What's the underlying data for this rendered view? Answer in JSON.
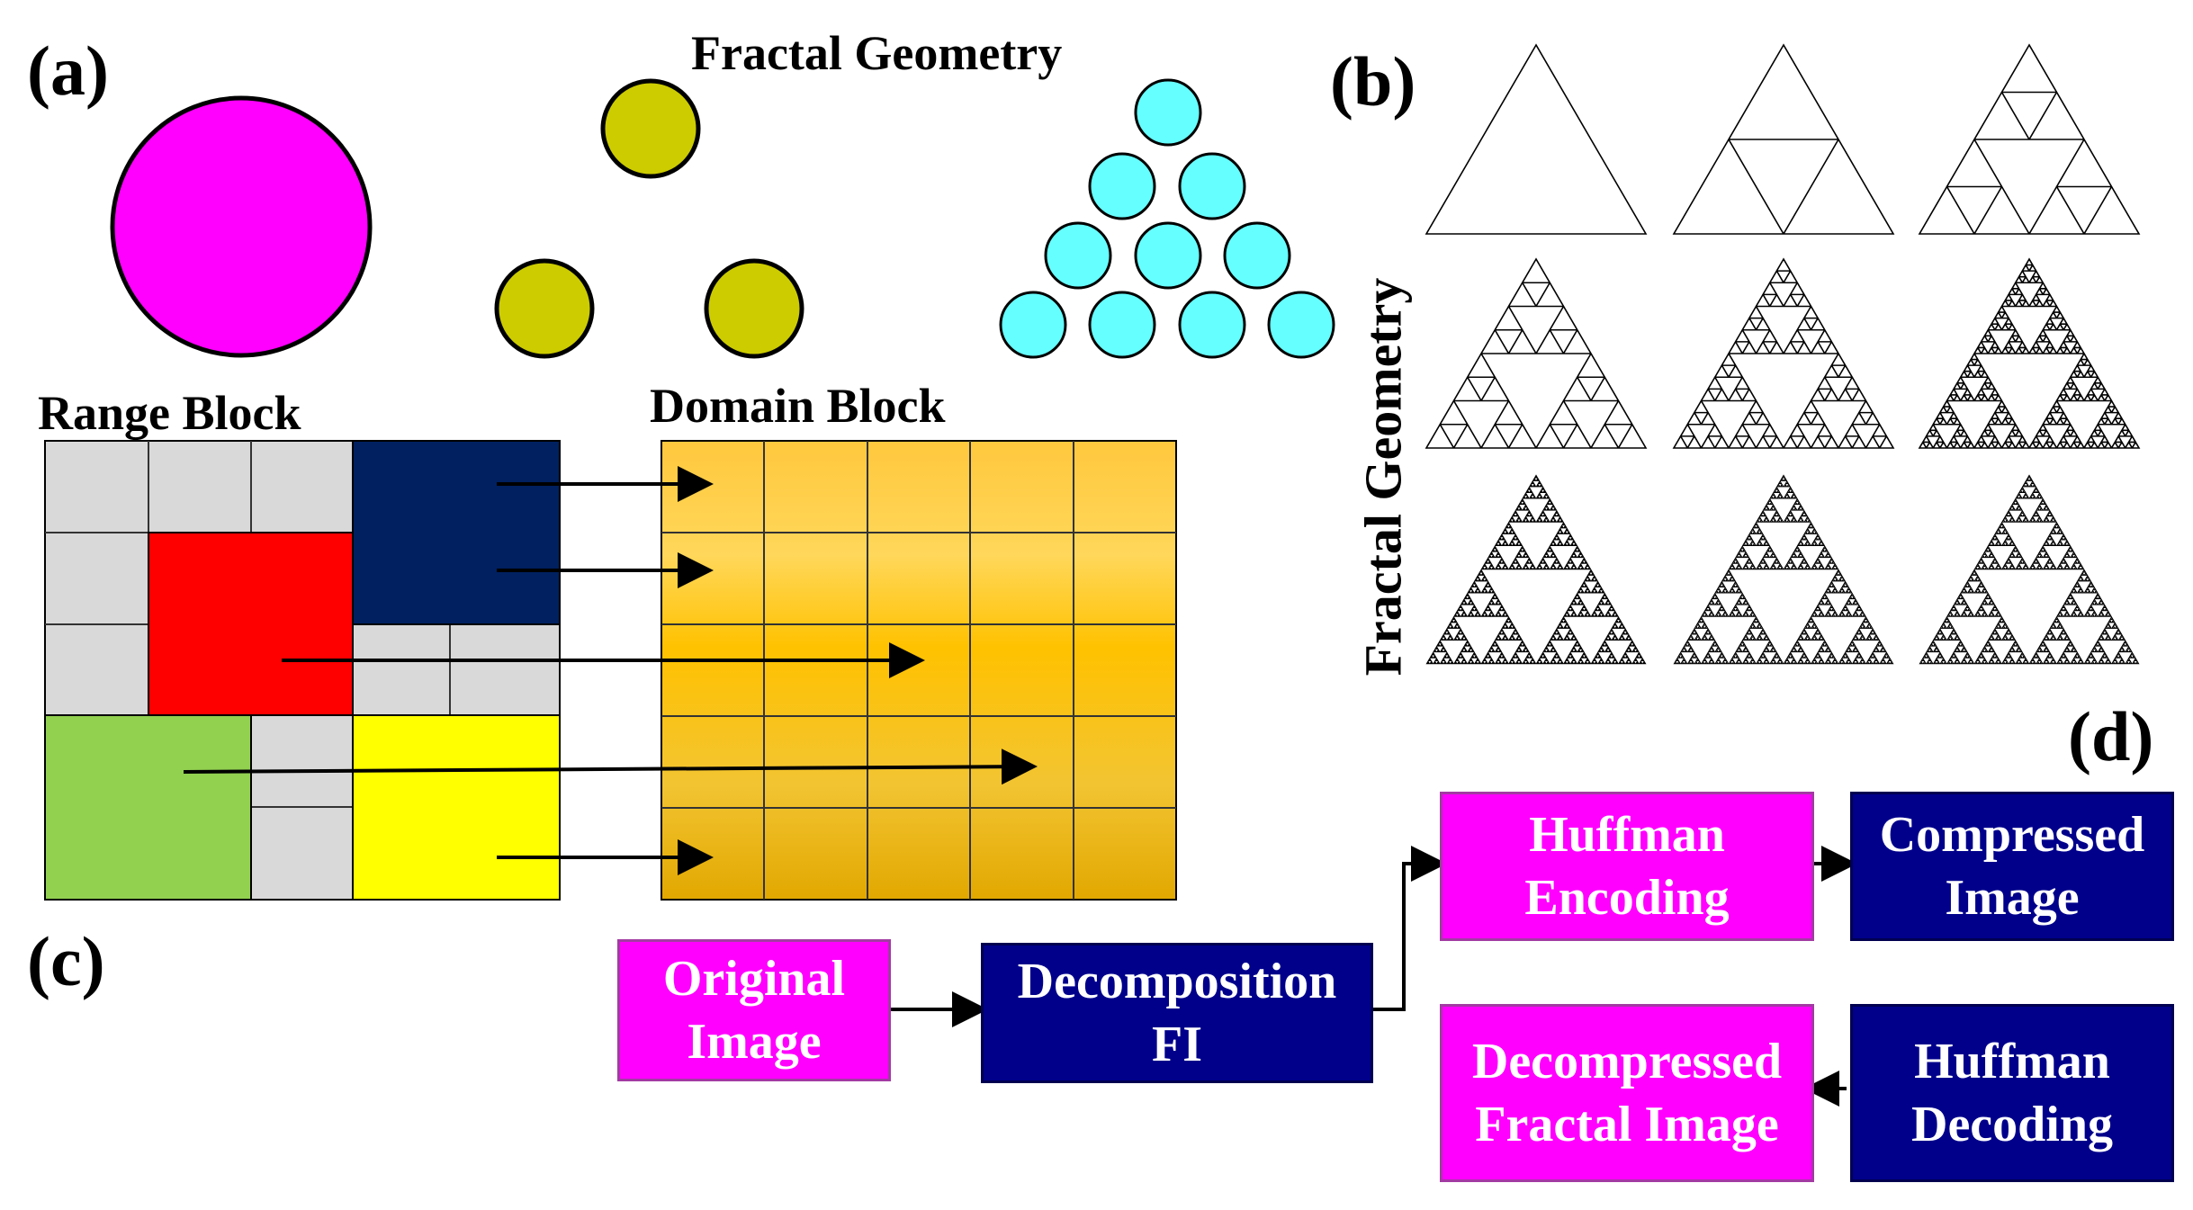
{
  "panel_a": {
    "label": "(a)",
    "title": "Fractal Geometry",
    "colors": {
      "big_circle": "#ff00ff",
      "small_circles": "#cccc00",
      "triangle_circles": "#66ffff"
    }
  },
  "panel_b": {
    "label": "(b)",
    "side_title": "Fractal Geometry",
    "levels": [
      0,
      1,
      2,
      3,
      4,
      5,
      6,
      7,
      8
    ]
  },
  "panel_c": {
    "label": "(c)",
    "range_title": "Range Block",
    "domain_title": "Domain Block",
    "colors": {
      "gray": "#d9d9d9",
      "navy": "#002060",
      "red": "#ff0000",
      "green": "#92d050",
      "yellow": "#ffff00",
      "gold_light": "#ffd966",
      "gold_dark": "#e6ac00"
    }
  },
  "panel_d": {
    "label": "(d)",
    "boxes": {
      "original": [
        "Original",
        "Image"
      ],
      "decomposition": [
        "Decomposition",
        "FI"
      ],
      "huffman_encoding": [
        "Huffman",
        "Encoding"
      ],
      "compressed": [
        "Compressed",
        "Image"
      ],
      "huffman_decoding": [
        "Huffman",
        "Decoding"
      ],
      "decompressed": [
        "Decompressed",
        "Fractal Image"
      ]
    },
    "colors": {
      "magenta": "#ff00ff",
      "navy": "#00008b"
    }
  }
}
